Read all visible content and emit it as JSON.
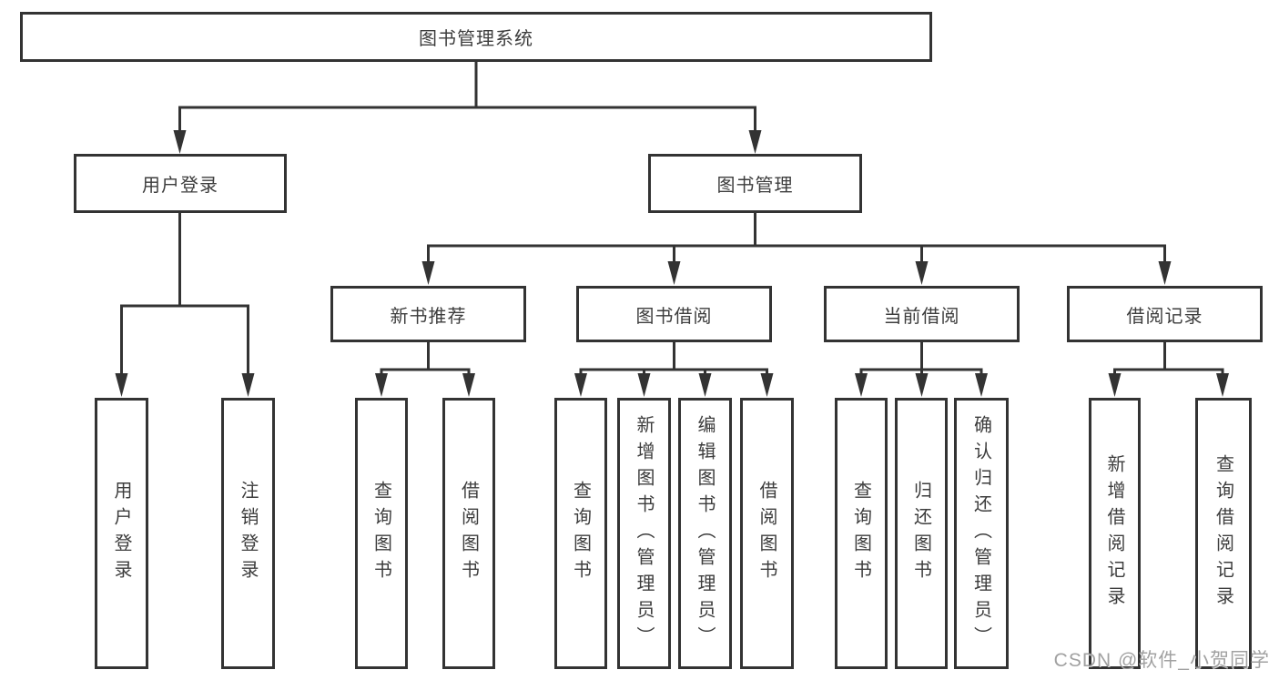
{
  "tree": {
    "label": "图书管理系统",
    "children": [
      {
        "label": "用户登录",
        "children": [
          {
            "label": "用户登录"
          },
          {
            "label": "注销登录"
          }
        ]
      },
      {
        "label": "图书管理",
        "children": [
          {
            "label": "新书推荐",
            "children": [
              {
                "label": "查询图书"
              },
              {
                "label": "借阅图书"
              }
            ]
          },
          {
            "label": "图书借阅",
            "children": [
              {
                "label": "查询图书"
              },
              {
                "label": "新增图书（管理员）"
              },
              {
                "label": "编辑图书（管理员）"
              },
              {
                "label": "借阅图书"
              }
            ]
          },
          {
            "label": "当前借阅",
            "children": [
              {
                "label": "查询图书"
              },
              {
                "label": "归还图书"
              },
              {
                "label": "确认归还（管理员）"
              }
            ]
          },
          {
            "label": "借阅记录",
            "children": [
              {
                "label": "新增借阅记录"
              },
              {
                "label": "查询借阅记录"
              }
            ]
          }
        ]
      }
    ]
  },
  "watermark": "CSDN @软件_小贺同学",
  "colors": {
    "line": "#333333",
    "text": "#3d3d3d",
    "background": "#ffffff",
    "watermark": "#949494"
  }
}
